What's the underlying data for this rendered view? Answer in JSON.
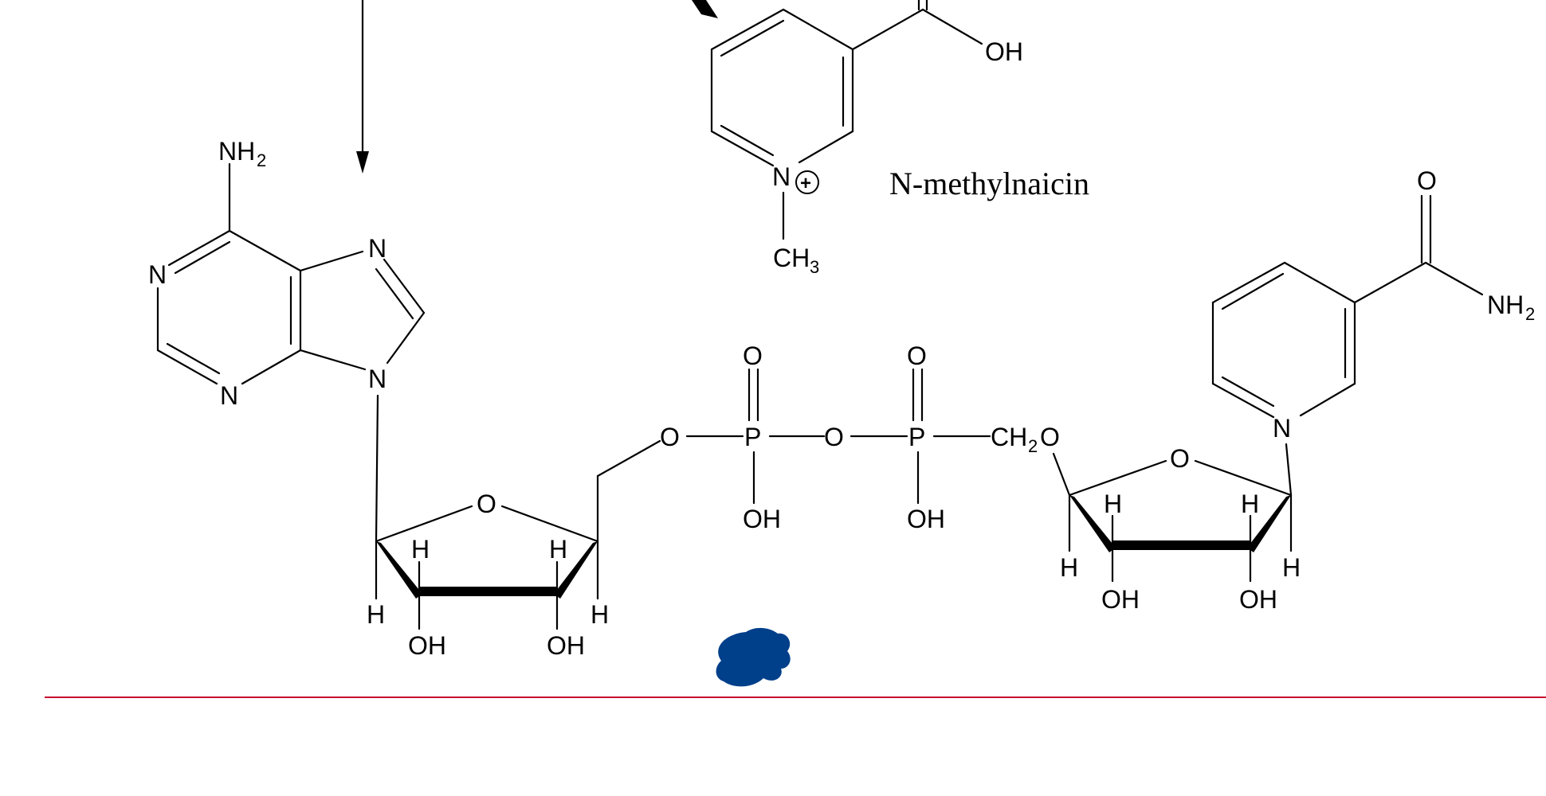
{
  "compound_label": "N-methylnaicin",
  "atoms": {
    "N": "N",
    "O": "O",
    "P": "P",
    "H": "H",
    "OH": "OH",
    "NH": "NH",
    "CH": "CH",
    "sub2": "2",
    "sub3": "3",
    "charge_plus": "+"
  },
  "colors": {
    "rule": "#c8102e",
    "ink_blot": "#003f8a"
  },
  "icons": {
    "blue-ink-blot": "blob"
  }
}
